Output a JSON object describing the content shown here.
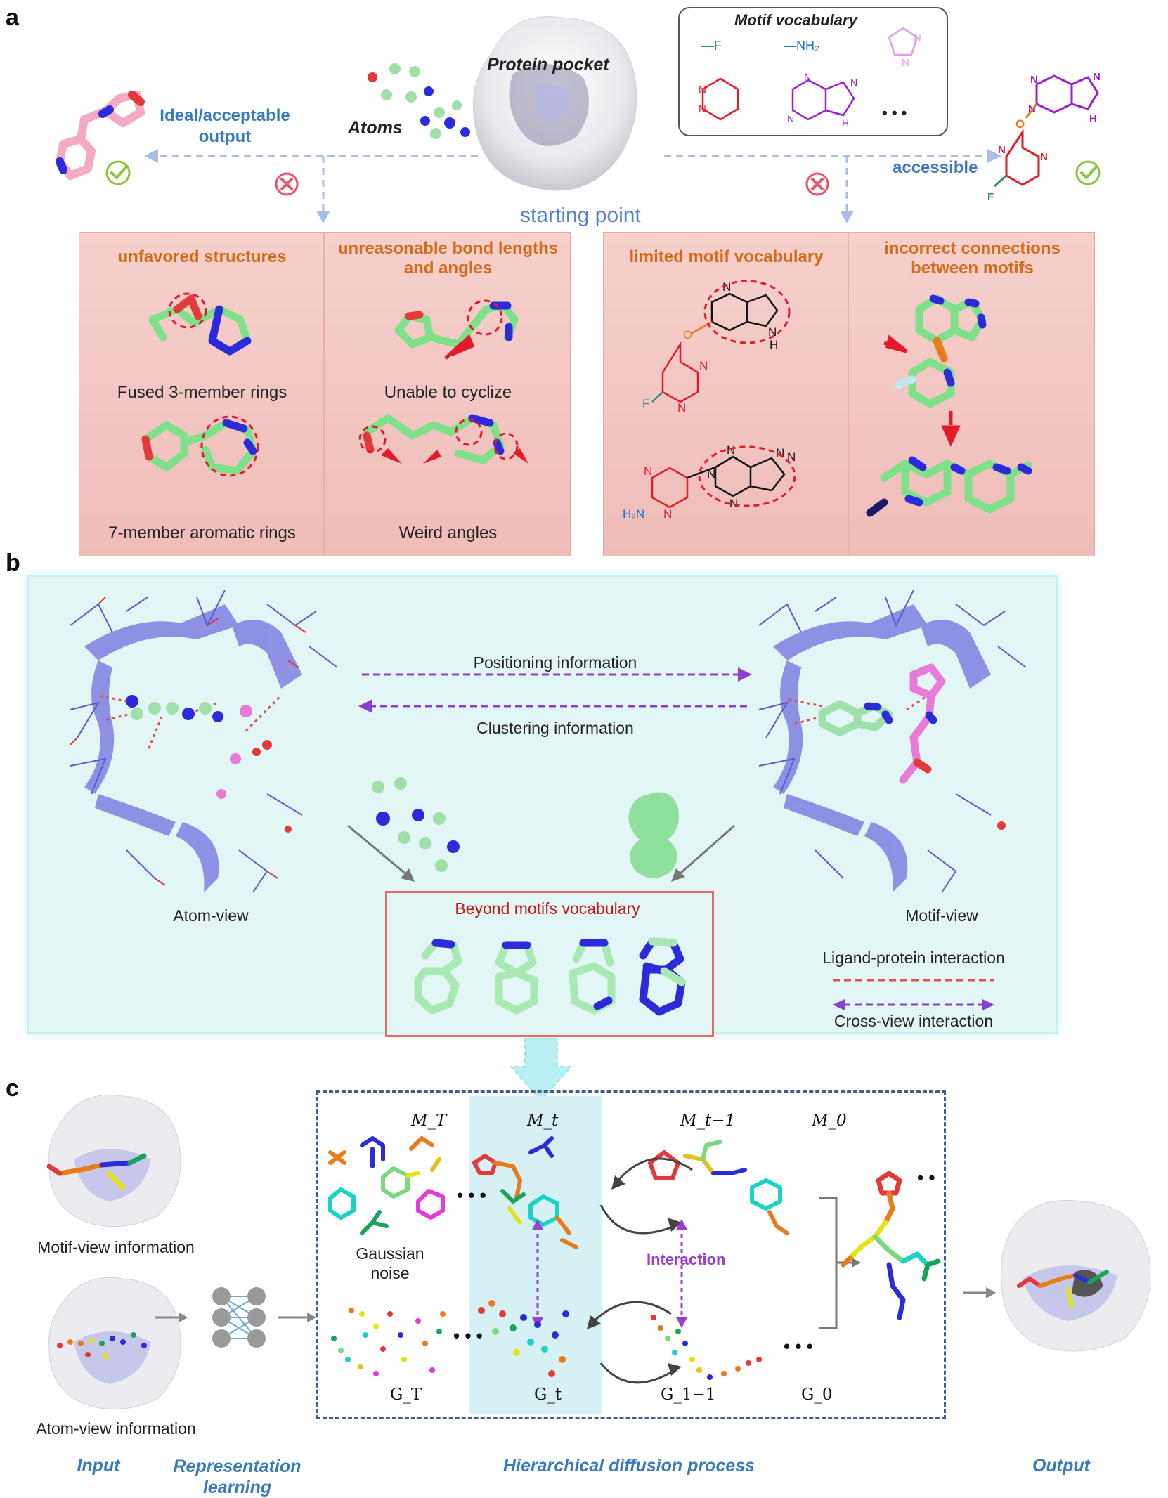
{
  "panel_a": {
    "label": "a",
    "protein_pocket": "Protein pocket",
    "atoms": "Atoms",
    "starting_point": "starting point",
    "ideal_output": "Ideal/acceptable output",
    "accessible": "accessible",
    "motif_vocabulary": {
      "title": "Motif vocabulary",
      "fluoro": "—F",
      "amine": "—NH₂",
      "more": "• • •"
    },
    "atom_boxes": [
      {
        "title": "unfavored structures",
        "caption1": "Fused 3-member rings",
        "caption2": "7-member aromatic rings"
      },
      {
        "title": "unreasonable bond lengths and angles",
        "caption1": "Unable to cyclize",
        "caption2": "Weird angles"
      }
    ],
    "motif_boxes": [
      {
        "title": "limited motif vocabulary"
      },
      {
        "title": "incorrect connections between motifs"
      }
    ],
    "mol_atoms": {
      "N": "N",
      "O": "O",
      "F": "F",
      "H": "H",
      "NH": "N\nH",
      "H2N": "H₂N"
    }
  },
  "panel_b": {
    "label": "b",
    "positioning": "Positioning information",
    "clustering": "Clustering information",
    "atom_view": "Atom-view",
    "motif_view": "Motif-view",
    "beyond": "Beyond motifs vocabulary",
    "legend": {
      "ligand_protein": "Ligand-protein interaction",
      "cross_view": "Cross-view interaction"
    }
  },
  "panel_c": {
    "label": "c",
    "motif_view_info": "Motif-view information",
    "atom_view_info": "Atom-view information",
    "gaussian": "Gaussian noise",
    "interaction": "Interaction",
    "dots": "• • •",
    "m_labels": [
      "M_T",
      "M_t",
      "M_t−1",
      "M_0"
    ],
    "g_labels": [
      "G_T",
      "G_t",
      "G_1−1",
      "G_0"
    ],
    "stages": {
      "input": "Input",
      "representation": "Representation learning",
      "hierarchical": "Hierarchical diffusion process",
      "output": "Output"
    }
  },
  "colors": {
    "carbon_green": "#7fe08a",
    "nitrogen_blue": "#2b2bd9",
    "oxygen_red": "#e23a3a",
    "fluor": "#bfe8f0",
    "pink": "#f4a9c4",
    "purple": "#9b3fd0",
    "orange_title": "#d46a1a",
    "blue_label": "#3b7bbd",
    "cyan_bg": "#e2f6f6"
  }
}
